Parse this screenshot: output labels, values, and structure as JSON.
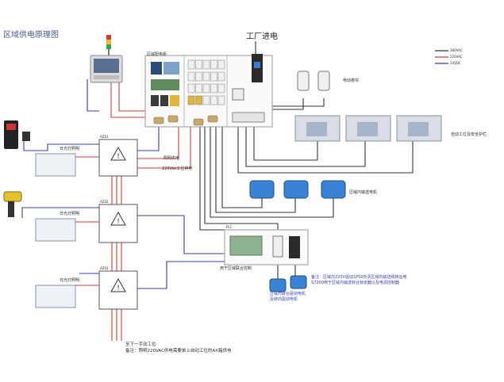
{
  "title": "区域供电原理图",
  "header_label": "工厂进电",
  "cabinet_label": "区域配电柜",
  "legend": [
    {
      "label": "380VAC",
      "color": "#333333"
    },
    {
      "label": "220VAC",
      "color": "#d43a3a"
    },
    {
      "label": "24VDC",
      "color": "#3b3bb0"
    }
  ],
  "labels": {
    "boxes": [
      "AZ01",
      "AZ02",
      "AZ03"
    ],
    "lighting": [
      "日光灯照明",
      "日光灯照明",
      "日光灯照明"
    ],
    "power_line": "照明供电",
    "ac_line": "220Vac工位供电",
    "door": "电动卷帘",
    "stations": "自动工位及安全护栏",
    "motors": "区域内输送电机",
    "plc_top": "PLC",
    "plc_caption": "用于区域联合控制",
    "small_motors_1": "区域内转台驱动电机",
    "small_motors_2": "及转向驱动电机",
    "note1": "备注：区域内220V驱动1PS0负责区域内输送和转运电",
    "note2": "S7200用于区域内输送转台锁定器以及电源控制器",
    "bottom1": "至下一手动工位",
    "bottom2": "备注：照明220VAC供电需要单上自动工位的AX箱供电"
  },
  "colors": {
    "ac380": "#333333",
    "ac220": "#d43a3a",
    "dc24": "#3b3bb0"
  }
}
